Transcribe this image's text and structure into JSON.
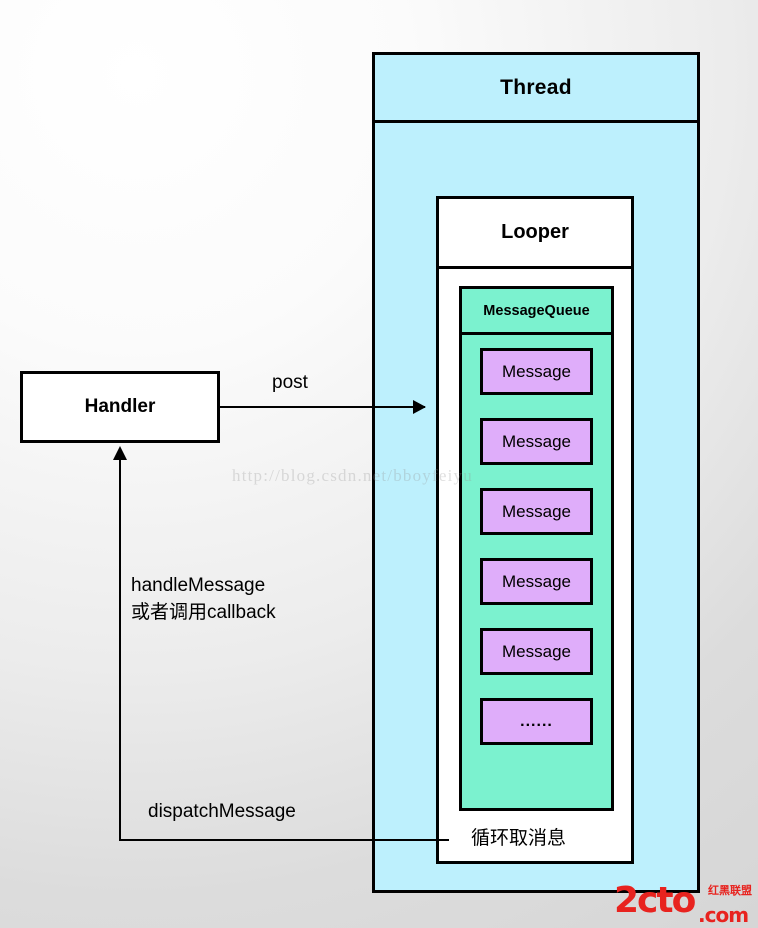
{
  "diagram": {
    "title": "Android Handler / Looper / MessageQueue",
    "thread": {
      "label": "Thread",
      "color": "#bdf0fd"
    },
    "looper": {
      "label": "Looper",
      "color": "#ffffff"
    },
    "message_queue": {
      "label": "MessageQueue",
      "color": "#7bf2cf",
      "items": [
        {
          "label": "Message"
        },
        {
          "label": "Message"
        },
        {
          "label": "Message"
        },
        {
          "label": "Message"
        },
        {
          "label": "Message"
        },
        {
          "label": "......"
        }
      ],
      "item_color": "#dfadfa"
    },
    "handler": {
      "label": "Handler",
      "color": "#ffffff"
    },
    "edges": {
      "post": "post",
      "handle": "handleMessage\n或者调用callback",
      "handle_line1": "handleMessage",
      "handle_line2": "或者调用callback",
      "dispatch": "dispatchMessage",
      "loop": "循环取消息"
    },
    "watermark": "http://blog.csdn.net/bboyfeiyu",
    "logo": {
      "main": "2cto",
      "com": ".com",
      "cn": "红黑联盟",
      "color": "#e8231f"
    }
  }
}
